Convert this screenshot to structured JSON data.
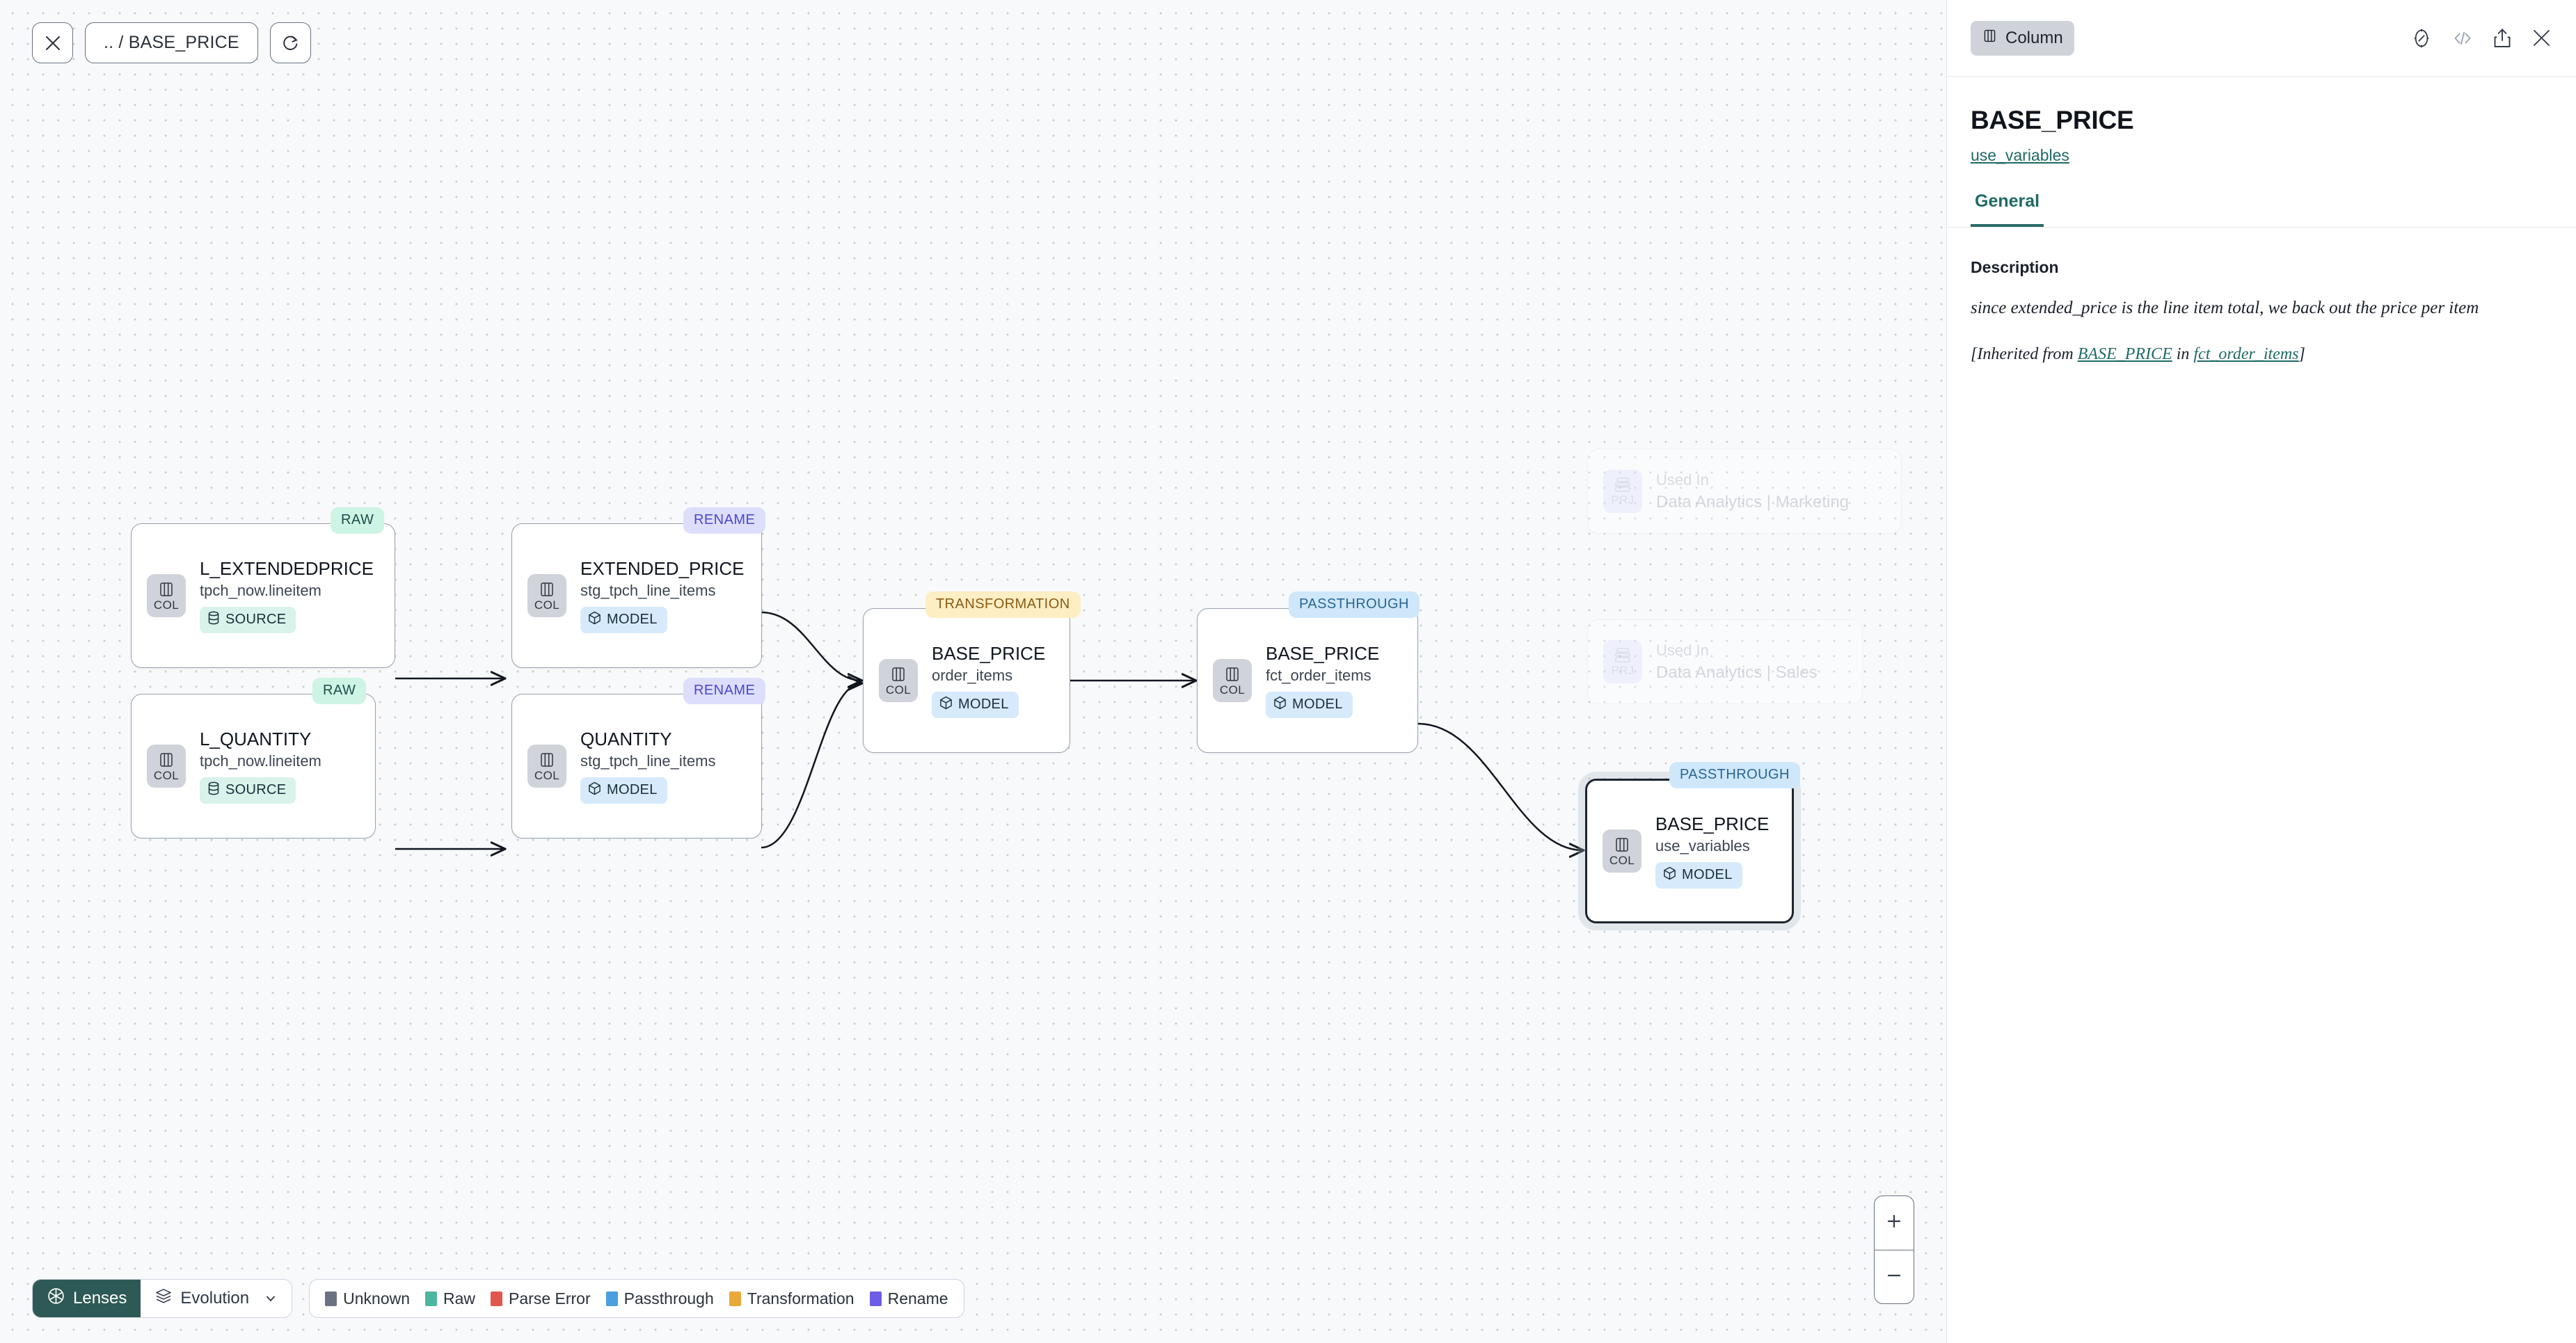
{
  "canvas": {
    "controls": {
      "close_label": "close-icon",
      "breadcrumb": ".. / BASE_PRICE",
      "refresh_label": "refresh-icon"
    },
    "nodes": [
      {
        "id": "l_extendedprice",
        "badge": "RAW",
        "badge_kind": "raw",
        "icon_label": "COL",
        "title": "L_EXTENDEDPRICE",
        "subtitle": "tpch_now.lineitem",
        "tag": "SOURCE",
        "tag_kind": "source",
        "selected": false
      },
      {
        "id": "extended_price",
        "badge": "RENAME",
        "badge_kind": "rename",
        "icon_label": "COL",
        "title": "EXTENDED_PRICE",
        "subtitle": "stg_tpch_line_items",
        "tag": "MODEL",
        "tag_kind": "model",
        "selected": false
      },
      {
        "id": "l_quantity",
        "badge": "RAW",
        "badge_kind": "raw",
        "icon_label": "COL",
        "title": "L_QUANTITY",
        "subtitle": "tpch_now.lineitem",
        "tag": "SOURCE",
        "tag_kind": "source",
        "selected": false
      },
      {
        "id": "quantity",
        "badge": "RENAME",
        "badge_kind": "rename",
        "icon_label": "COL",
        "title": "QUANTITY",
        "subtitle": "stg_tpch_line_items",
        "tag": "MODEL",
        "tag_kind": "model",
        "selected": false
      },
      {
        "id": "base_price_order_items",
        "badge": "TRANSFORMATION",
        "badge_kind": "transformation",
        "icon_label": "COL",
        "title": "BASE_PRICE",
        "subtitle": "order_items",
        "tag": "MODEL",
        "tag_kind": "model",
        "selected": false
      },
      {
        "id": "base_price_fct_order_items",
        "badge": "PASSTHROUGH",
        "badge_kind": "passthrough",
        "icon_label": "COL",
        "title": "BASE_PRICE",
        "subtitle": "fct_order_items",
        "tag": "MODEL",
        "tag_kind": "model",
        "selected": false
      },
      {
        "id": "base_price_use_variables",
        "badge": "PASSTHROUGH",
        "badge_kind": "passthrough",
        "icon_label": "COL",
        "title": "BASE_PRICE",
        "subtitle": "use_variables",
        "tag": "MODEL",
        "tag_kind": "model",
        "selected": true
      }
    ],
    "ghost_cards": [
      {
        "id": "used-in-marketing",
        "icon_label": "PRJ",
        "top": "Used In",
        "bottom": "Data Analytics | Marketing"
      },
      {
        "id": "used-in-sales",
        "icon_label": "PRJ",
        "top": "Used In",
        "bottom": "Data Analytics | Sales"
      }
    ],
    "toolbar": {
      "lenses_label": "Lenses",
      "evolution_label": "Evolution",
      "legend": [
        {
          "label": "Unknown",
          "color": "#6b7280"
        },
        {
          "label": "Raw",
          "color": "#4db6a0"
        },
        {
          "label": "Parse Error",
          "color": "#e2574c"
        },
        {
          "label": "Passthrough",
          "color": "#4a9fe0"
        },
        {
          "label": "Transformation",
          "color": "#e8a83a"
        },
        {
          "label": "Rename",
          "color": "#6c5ce7"
        }
      ]
    },
    "zoom": {
      "in_label": "zoom-in-icon",
      "out_label": "zoom-out-icon"
    }
  },
  "panel": {
    "kind_chip": "Column",
    "title": "BASE_PRICE",
    "model_link": "use_variables",
    "tabs": [
      {
        "label": "General",
        "active": true
      }
    ],
    "description_label": "Description",
    "description_text": "since extended_price is the line item total, we back out the price per item",
    "inherited_prefix": "[Inherited from ",
    "inherited_column": "BASE_PRICE",
    "inherited_middle": " in ",
    "inherited_model": "fct_order_items",
    "inherited_suffix": "]"
  },
  "colors": {
    "accent_teal": "#2d5a56",
    "link_teal": "#1f6a65",
    "canvas_bg": "#f7f9fb"
  }
}
